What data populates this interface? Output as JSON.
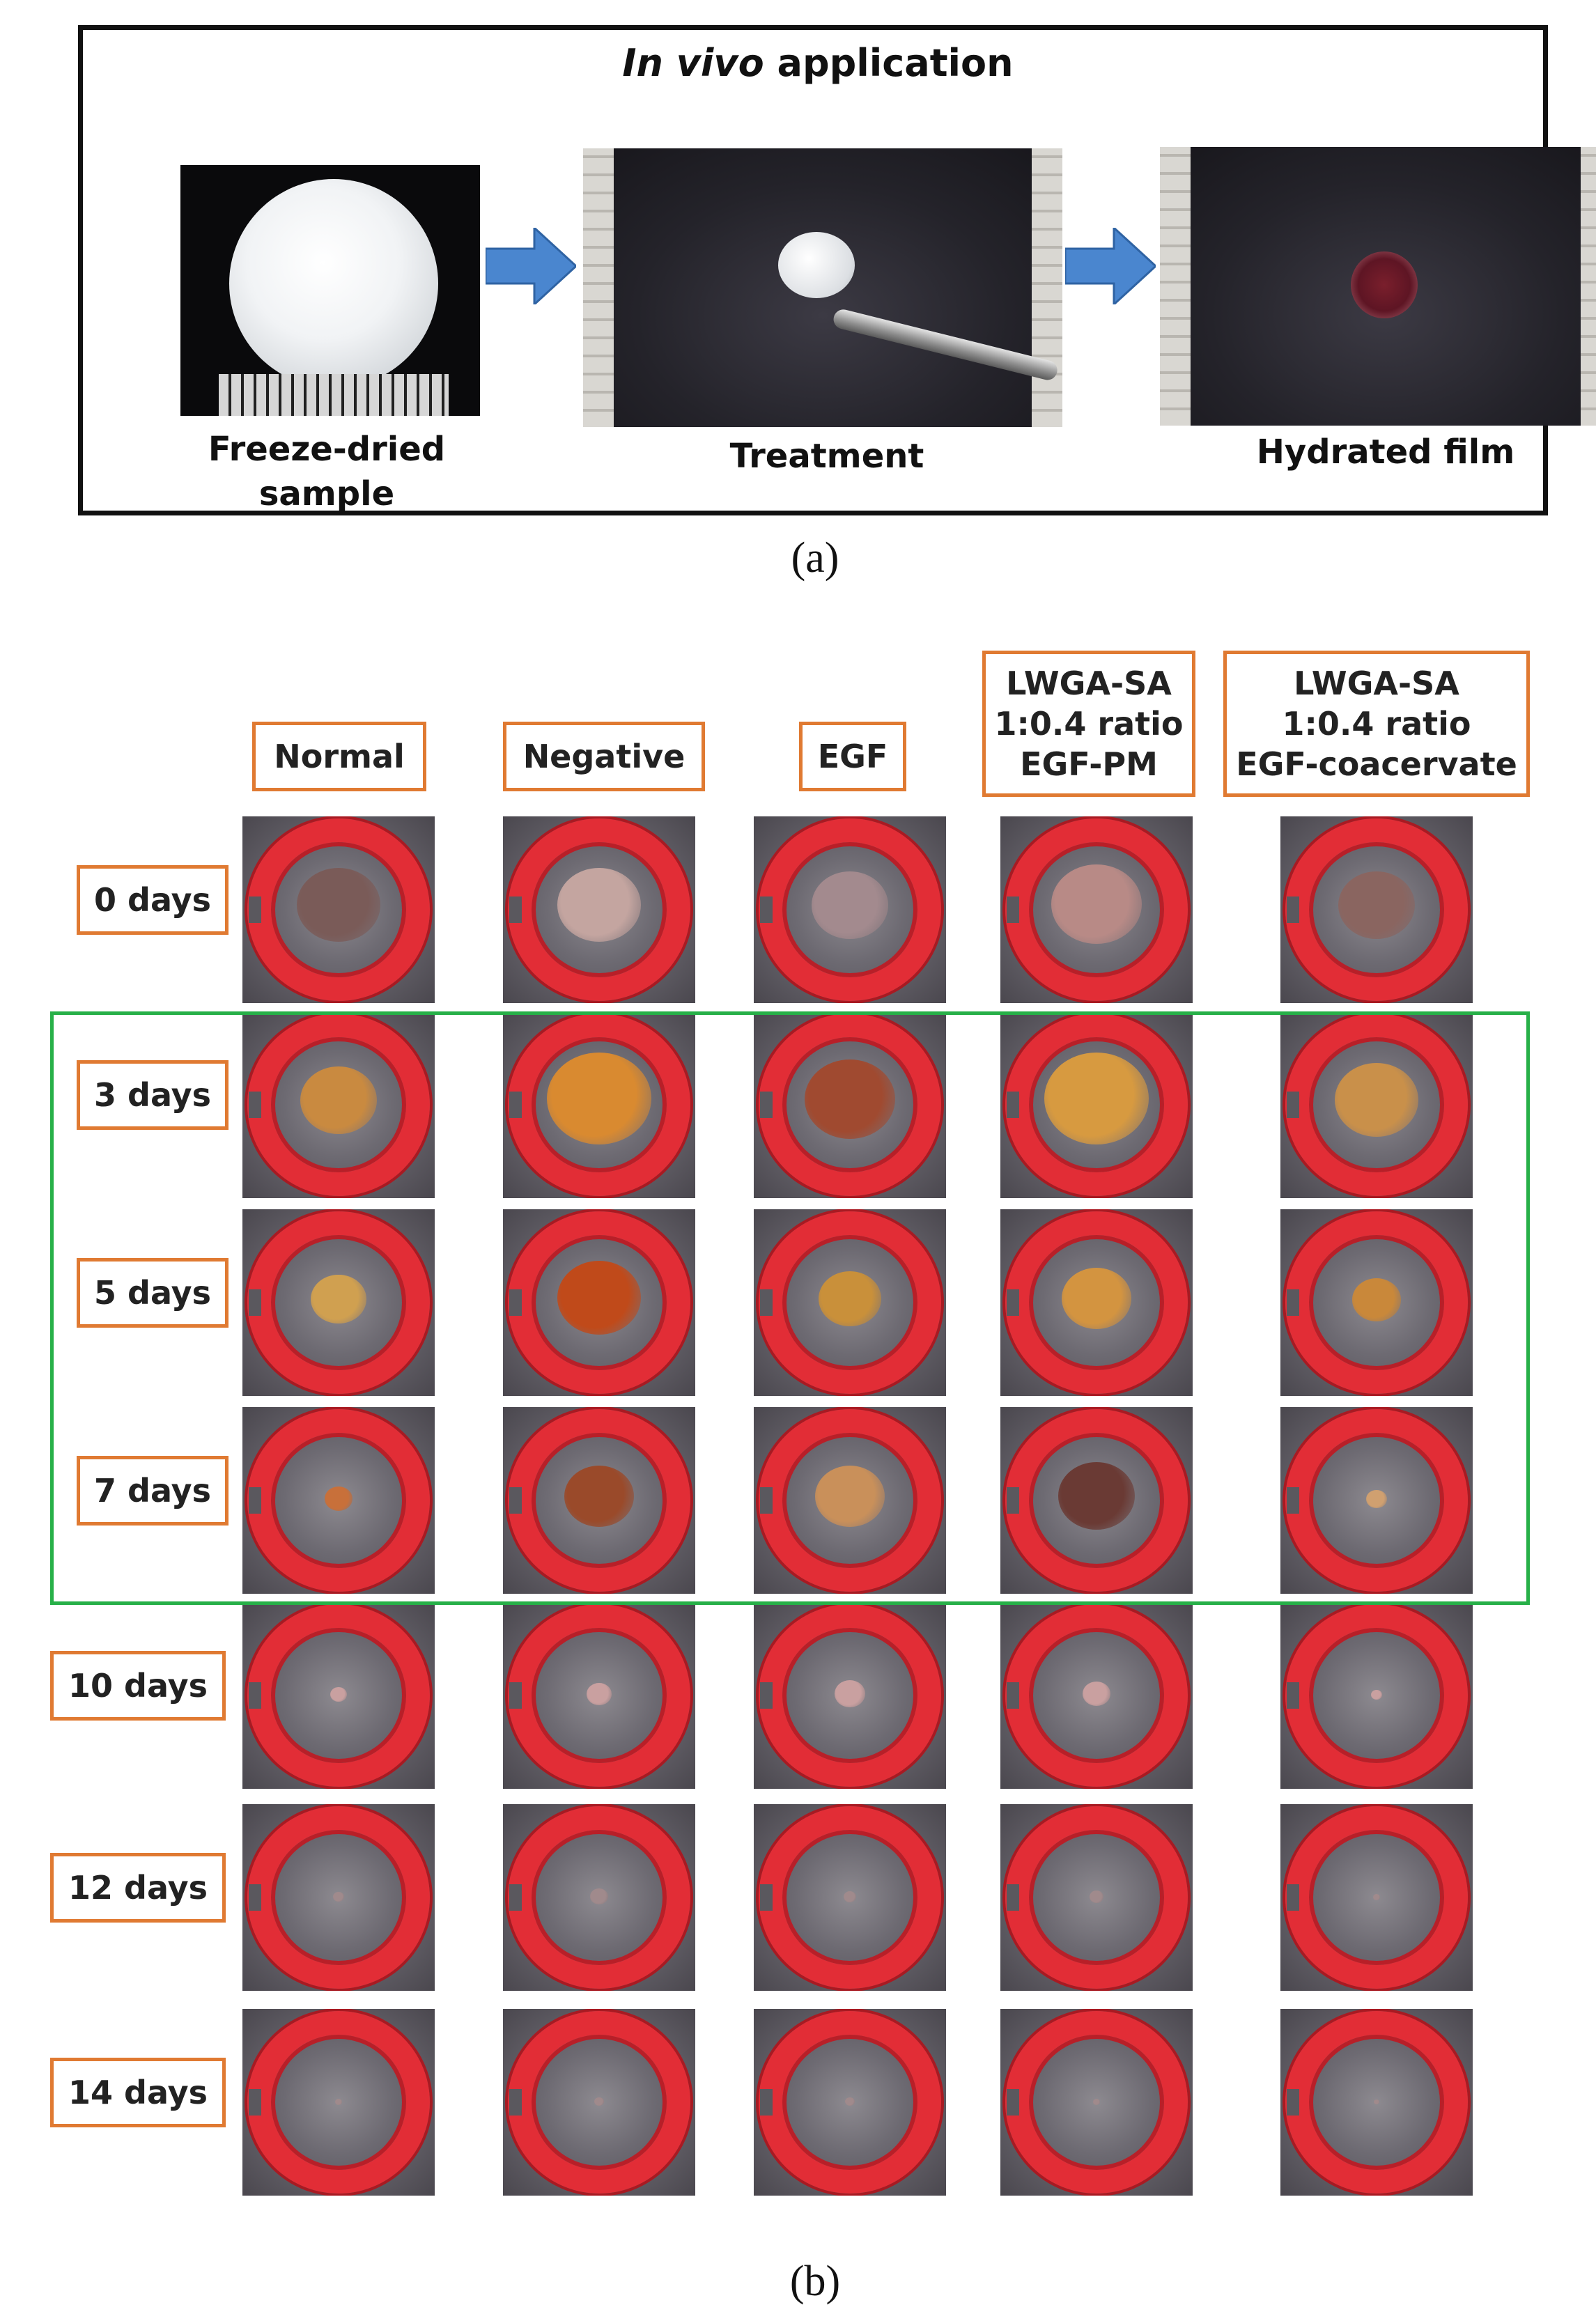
{
  "panel_a": {
    "title_italic": "In vivo",
    "title_rest": " application",
    "captions": {
      "freeze_line1": "Freeze-dried",
      "freeze_line2": "sample",
      "treatment": "Treatment",
      "hydrated": "Hydrated film"
    },
    "label": "(a)"
  },
  "panel_b": {
    "label": "(b)",
    "columns": [
      {
        "lines": [
          "Normal"
        ]
      },
      {
        "lines": [
          "Negative"
        ]
      },
      {
        "lines": [
          "EGF"
        ]
      },
      {
        "lines": [
          "LWGA-SA",
          "1:0.4 ratio",
          "EGF-PM"
        ]
      },
      {
        "lines": [
          "LWGA-SA",
          "1:0.4 ratio",
          "EGF-coacervate"
        ]
      }
    ],
    "rows": [
      "0 days",
      "3 days",
      "5 days",
      "7 days",
      "10 days",
      "12 days",
      "14 days"
    ],
    "highlighted_rows": [
      "3 days",
      "5 days",
      "7 days"
    ],
    "colors": {
      "label_border": "#e07a32",
      "highlight_border": "#27b048",
      "ring": "#e22d36",
      "arrow": "#4a86cf"
    }
  }
}
